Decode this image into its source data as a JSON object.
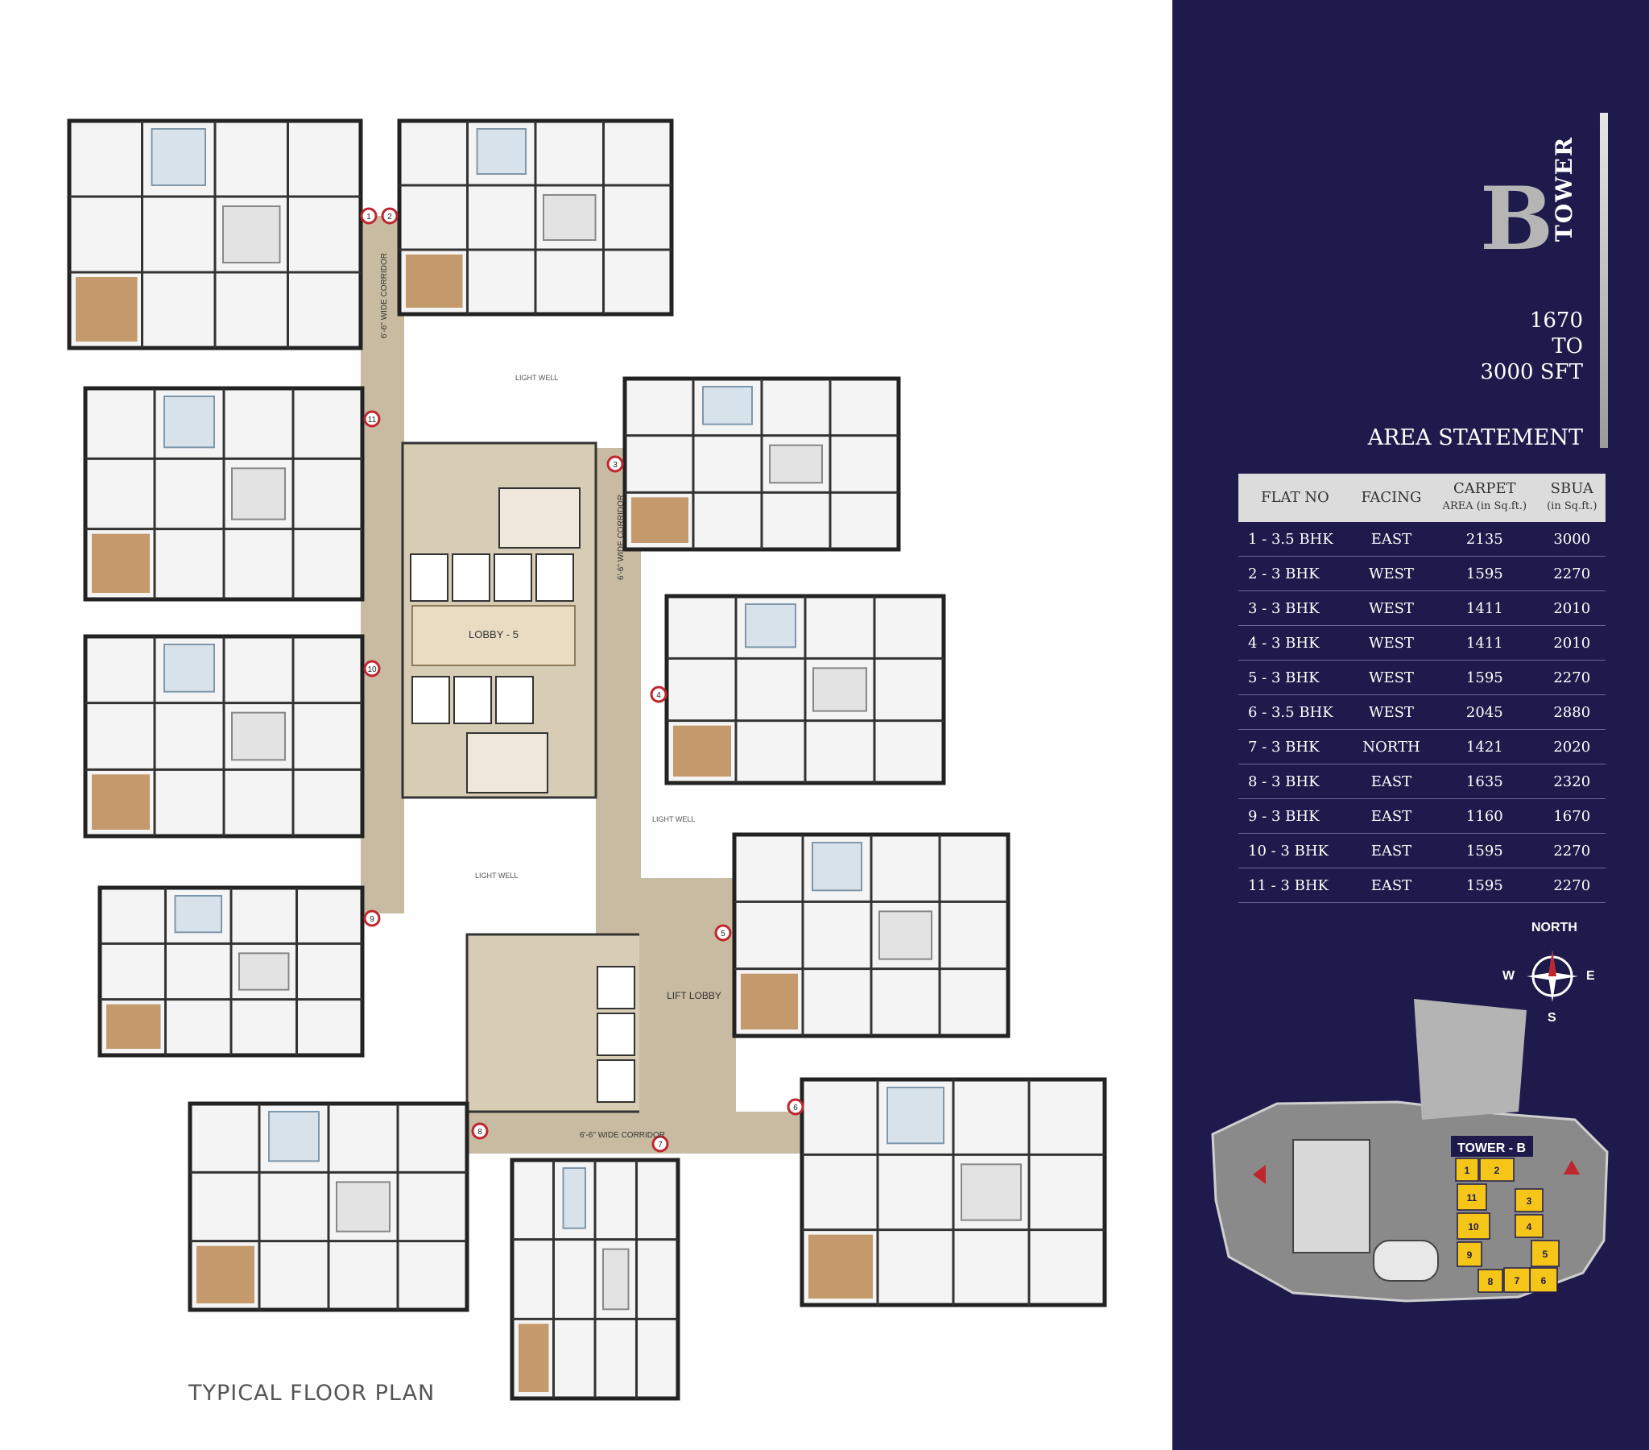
{
  "plan": {
    "caption": "TYPICAL FLOOR PLAN",
    "lobby_label": "LOBBY - 5",
    "lift_lobby_label": "LIFT LOBBY",
    "corridor_label": "6'-6\" WIDE CORRIDOR",
    "light_well_label": "LIGHT WELL",
    "flat_markers": [
      "1",
      "2",
      "3",
      "4",
      "5",
      "6",
      "7",
      "8",
      "9",
      "10",
      "11"
    ]
  },
  "panel": {
    "tower_letter": "B",
    "tower_word": "TOWER",
    "range_from": "1670",
    "range_to_word": "TO",
    "range_to": "3000 SFT",
    "area_title": "AREA STATEMENT",
    "table": {
      "headers": {
        "flat_no": "FLAT NO",
        "facing": "FACING",
        "carpet": "CARPET",
        "carpet_unit": "AREA (in Sq.ft.)",
        "sbua": "SBUA",
        "sbua_unit": "(in Sq.ft.)"
      },
      "rows": [
        {
          "flat": "1 - 3.5 BHK",
          "facing": "EAST",
          "carpet": "2135",
          "sbua": "3000"
        },
        {
          "flat": "2 - 3 BHK",
          "facing": "WEST",
          "carpet": "1595",
          "sbua": "2270"
        },
        {
          "flat": "3 - 3 BHK",
          "facing": "WEST",
          "carpet": "1411",
          "sbua": "2010"
        },
        {
          "flat": "4 - 3 BHK",
          "facing": "WEST",
          "carpet": "1411",
          "sbua": "2010"
        },
        {
          "flat": "5 - 3 BHK",
          "facing": "WEST",
          "carpet": "1595",
          "sbua": "2270"
        },
        {
          "flat": "6 - 3.5 BHK",
          "facing": "WEST",
          "carpet": "2045",
          "sbua": "2880"
        },
        {
          "flat": "7 - 3 BHK",
          "facing": "NORTH",
          "carpet": "1421",
          "sbua": "2020"
        },
        {
          "flat": "8 - 3 BHK",
          "facing": "EAST",
          "carpet": "1635",
          "sbua": "2320"
        },
        {
          "flat": "9 - 3 BHK",
          "facing": "EAST",
          "carpet": "1160",
          "sbua": "1670"
        },
        {
          "flat": "10 - 3 BHK",
          "facing": "EAST",
          "carpet": "1595",
          "sbua": "2270"
        },
        {
          "flat": "11 - 3 BHK",
          "facing": "EAST",
          "carpet": "1595",
          "sbua": "2270"
        }
      ]
    },
    "compass": {
      "north": "NORTH",
      "west": "W",
      "east": "E",
      "south": "S"
    },
    "site_map": {
      "tower_label": "TOWER - B",
      "unit_numbers": [
        "1",
        "2",
        "3",
        "4",
        "5",
        "6",
        "7",
        "8",
        "9",
        "10",
        "11"
      ]
    }
  },
  "colors": {
    "panel_bg": "#1e1a4b",
    "corridor": "#c8bba1",
    "wood_floor": "#c49a6c",
    "highlight_yellow": "#f5c518",
    "marker_red": "#c0262d"
  }
}
